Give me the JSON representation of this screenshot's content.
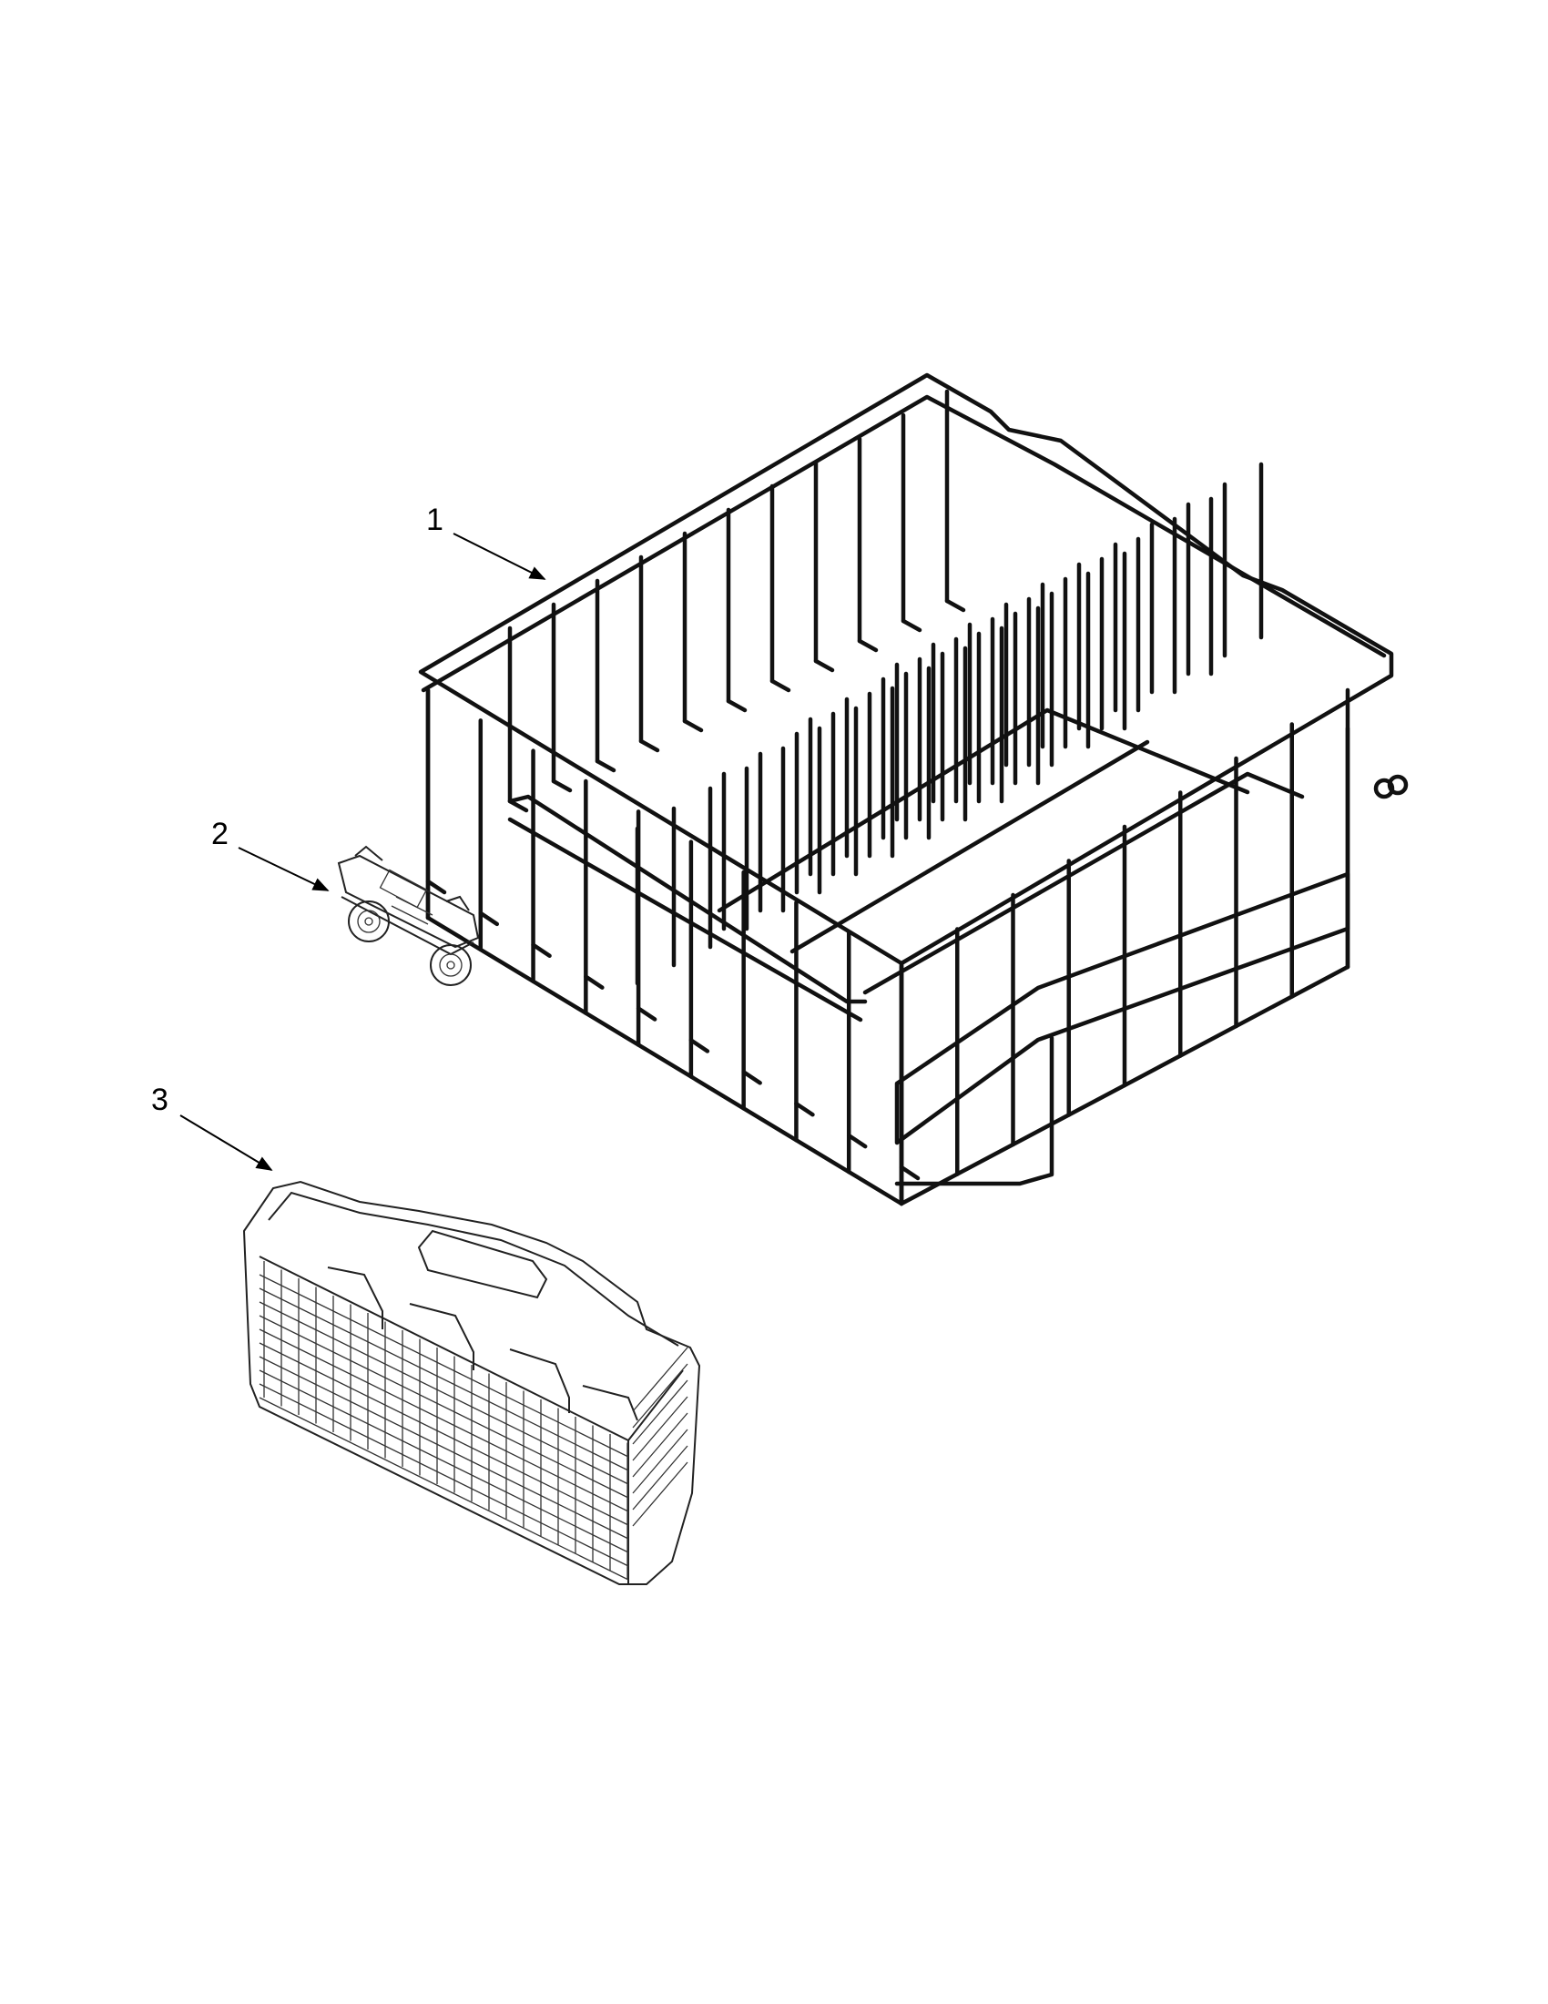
{
  "callouts": [
    {
      "id": "1",
      "label": "1",
      "part": "lower-dish-rack"
    },
    {
      "id": "2",
      "label": "2",
      "part": "rack-wheel-assembly"
    },
    {
      "id": "3",
      "label": "3",
      "part": "silverware-basket"
    }
  ],
  "colors": {
    "line": "#111111",
    "background": "#ffffff"
  }
}
